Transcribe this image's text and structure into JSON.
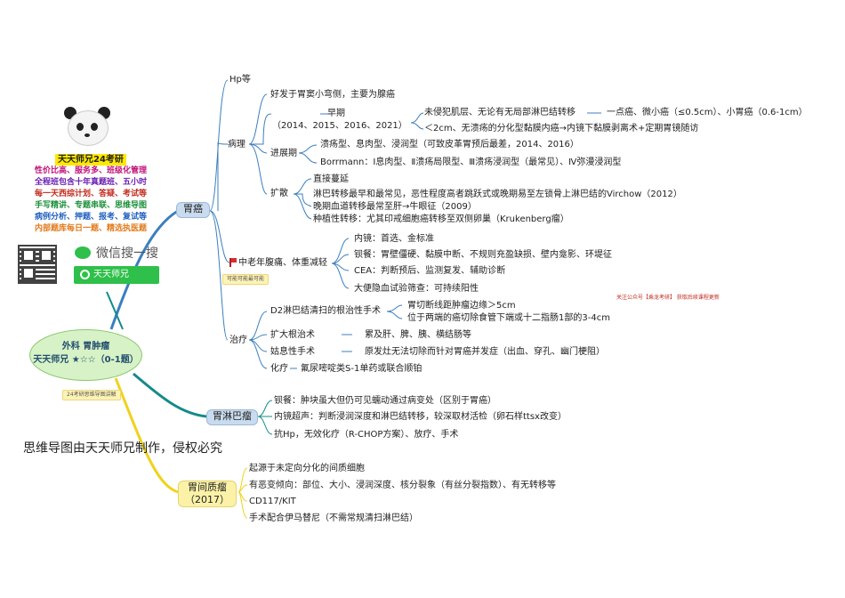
{
  "center": {
    "line1": "外科 胃肿瘤",
    "line2": "天天师兄 ★☆☆（0-1题）"
  },
  "center_tag": "24考研思维导图讲解",
  "brand": {
    "title": "天天师兄24考研",
    "lines": [
      "性价比高、服务多、班级化管理",
      "全程班包含十年真题班、五小时",
      "每一天西综计划、答疑、考试等",
      "手写精讲、专题串联、思维导图",
      "病例分析、押题、报考、复试等",
      "内部题库每日一题、精选执医题"
    ],
    "line_colors": [
      "#c0137a",
      "#6a1fb0",
      "#c22a1e",
      "#1c8f3a",
      "#1f5fbf",
      "#e07a1c"
    ],
    "search_hint": "微信搜一搜",
    "search_value": "天天师兄"
  },
  "watermark": "思维导图由天天师兄制作，侵权必究",
  "side_note": "关注公众号【乘龙考研】  获取后续课程更新",
  "branches": {
    "stomach": {
      "label": "胃癌",
      "hp": "Hp等",
      "pathology": {
        "label": "病理",
        "site": "好发于胃窦小弯侧，主要为腺癌",
        "early_label": "早期",
        "early_years": "（2014、2015、2016、2021）",
        "early_items": [
          "未侵犯肌层、无论有无局部淋巴结转移",
          "＜2cm、无溃疡的分化型黏膜内癌→内镜下黏膜剥离术+定期胃镜随访"
        ],
        "early_sub": "一点癌、微小癌（≤0.5cm）、小胃癌（0.6-1cm）",
        "advanced_label": "进展期",
        "advanced_items": [
          "溃疡型、息肉型、浸润型（可致皮革胃预后最差，2014、2016）",
          "Borrmann：Ⅰ息肉型、Ⅱ溃疡局限型、Ⅲ溃疡浸润型（最常见）、Ⅳ弥漫浸润型"
        ],
        "spread_label": "扩散",
        "spread_items": [
          "直接蔓延",
          "淋巴转移最早和最常见，恶性程度高者跳跃式或晚期易至左锁骨上淋巴结的Virchow（2012）",
          "晚期血道转移最常至肝→牛眼征（2009）",
          "种植性转移：尤其印戒细胞癌转移至双侧卵巢（Krukenberg瘤）"
        ]
      },
      "clinical": {
        "label": "中老年腹痛、体重减轻",
        "tag": "可能可能最可能",
        "items": [
          "内镜：首选、金标准",
          "钡餐：胃壁僵硬、黏膜中断、不规则充盈缺损、壁内龛影、环堤征",
          "CEA：判断预后、监测复发、辅助诊断",
          "大便隐血试验筛查：可持续阳性"
        ]
      },
      "treatment": {
        "label": "治疗",
        "d2": "D2淋巴结清扫的根治性手术",
        "d2_items": [
          "胃切断线距肿瘤边缘＞5cm",
          "位于两端的癌切除食管下端或十二指肠1部的3-4cm"
        ],
        "rows": [
          {
            "label": "扩大根治术",
            "desc": "累及肝、脾、胰、横结肠等"
          },
          {
            "label": "姑息性手术",
            "desc": "原发灶无法切除而针对胃癌并发症（出血、穿孔、幽门梗阻）"
          },
          {
            "label": "化疗",
            "desc": "氟尿嘧啶类S-1单药或联合顺铂"
          }
        ]
      }
    },
    "lymphoma": {
      "label": "胃淋巴瘤",
      "items": [
        "钡餐：肿块虽大但仍可见蠕动通过病变处（区别于胃癌）",
        "内镜超声：判断浸润深度和淋巴结转移，较深取材活检（卵石样ttsx改变）",
        "抗Hp，无效化疗（R-CHOP方案）、放疗、手术"
      ]
    },
    "gist": {
      "label": "胃间质瘤",
      "year": "（2017）",
      "items": [
        "起源于未定向分化的间质细胞",
        "有恶变倾向：部位、大小、浸润深度、核分裂象（有丝分裂指数）、有无转移等",
        "CD117/KIT",
        "手术配合伊马替尼（不需常规清扫淋巴结）"
      ]
    }
  },
  "colors": {
    "branch_blue": "#3c7fbf",
    "branch_teal": "#158a8a",
    "branch_yellow": "#f0d21c",
    "node_blue": "#c9dbee",
    "node_yellow": "#fbf2a8",
    "center_green": "#d6f2c6"
  }
}
